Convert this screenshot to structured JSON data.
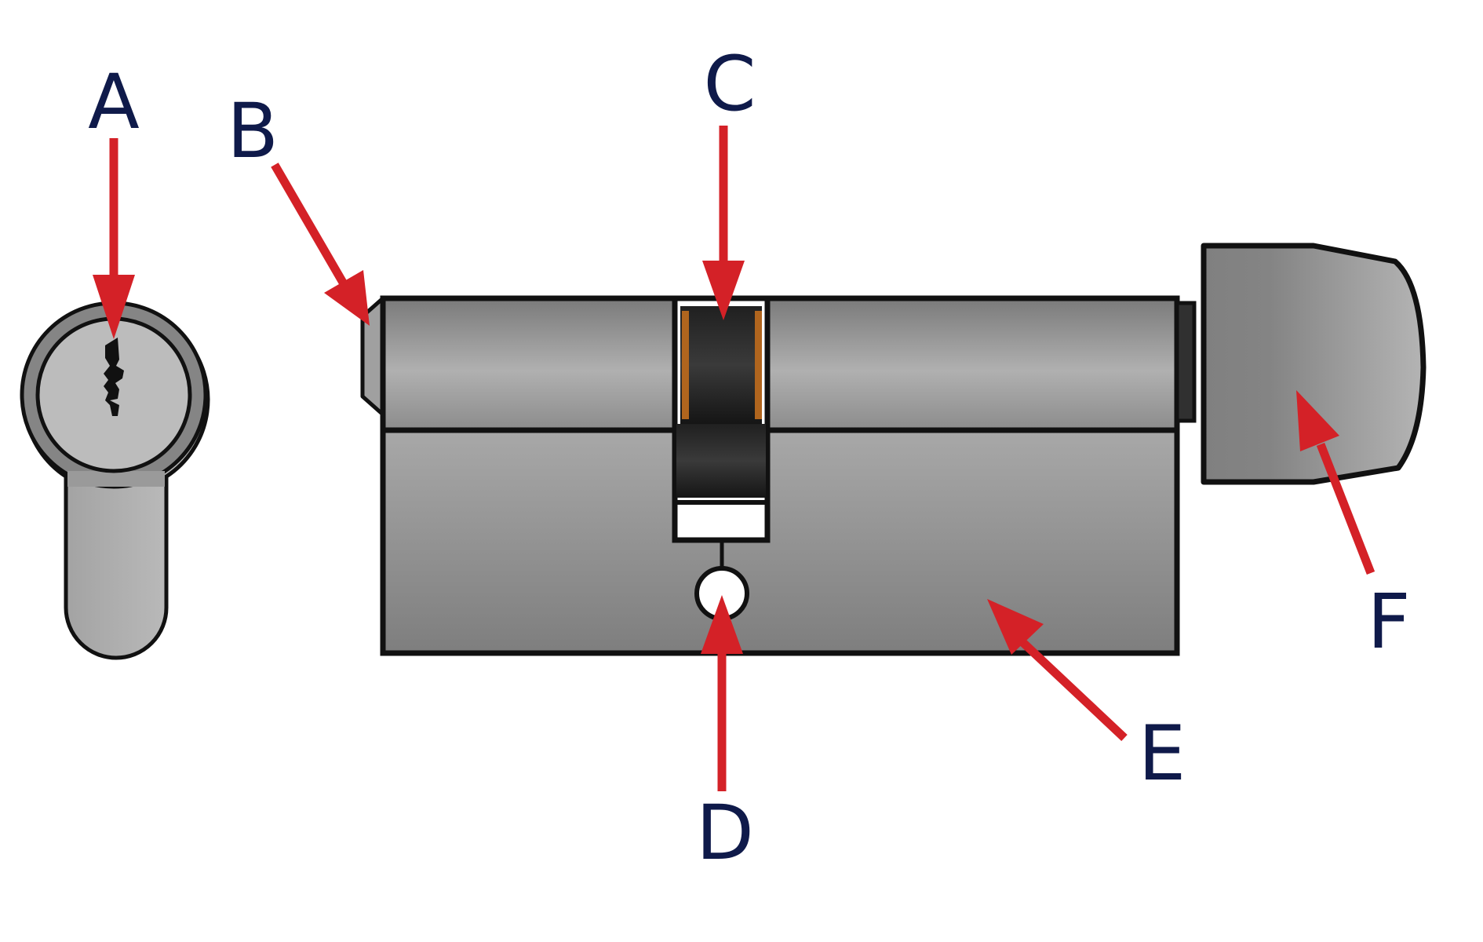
{
  "colors": {
    "background": "#ffffff",
    "label": "#0f1a4a",
    "arrow": "#d42127",
    "outline": "#111111",
    "body_metal": "#a4a4a4",
    "cam_dark": "#1c1c1c",
    "bronze_pin": "#b0651e"
  },
  "labels": {
    "a": "A",
    "b": "B",
    "c": "C",
    "d": "D",
    "e": "E",
    "f": "F"
  }
}
